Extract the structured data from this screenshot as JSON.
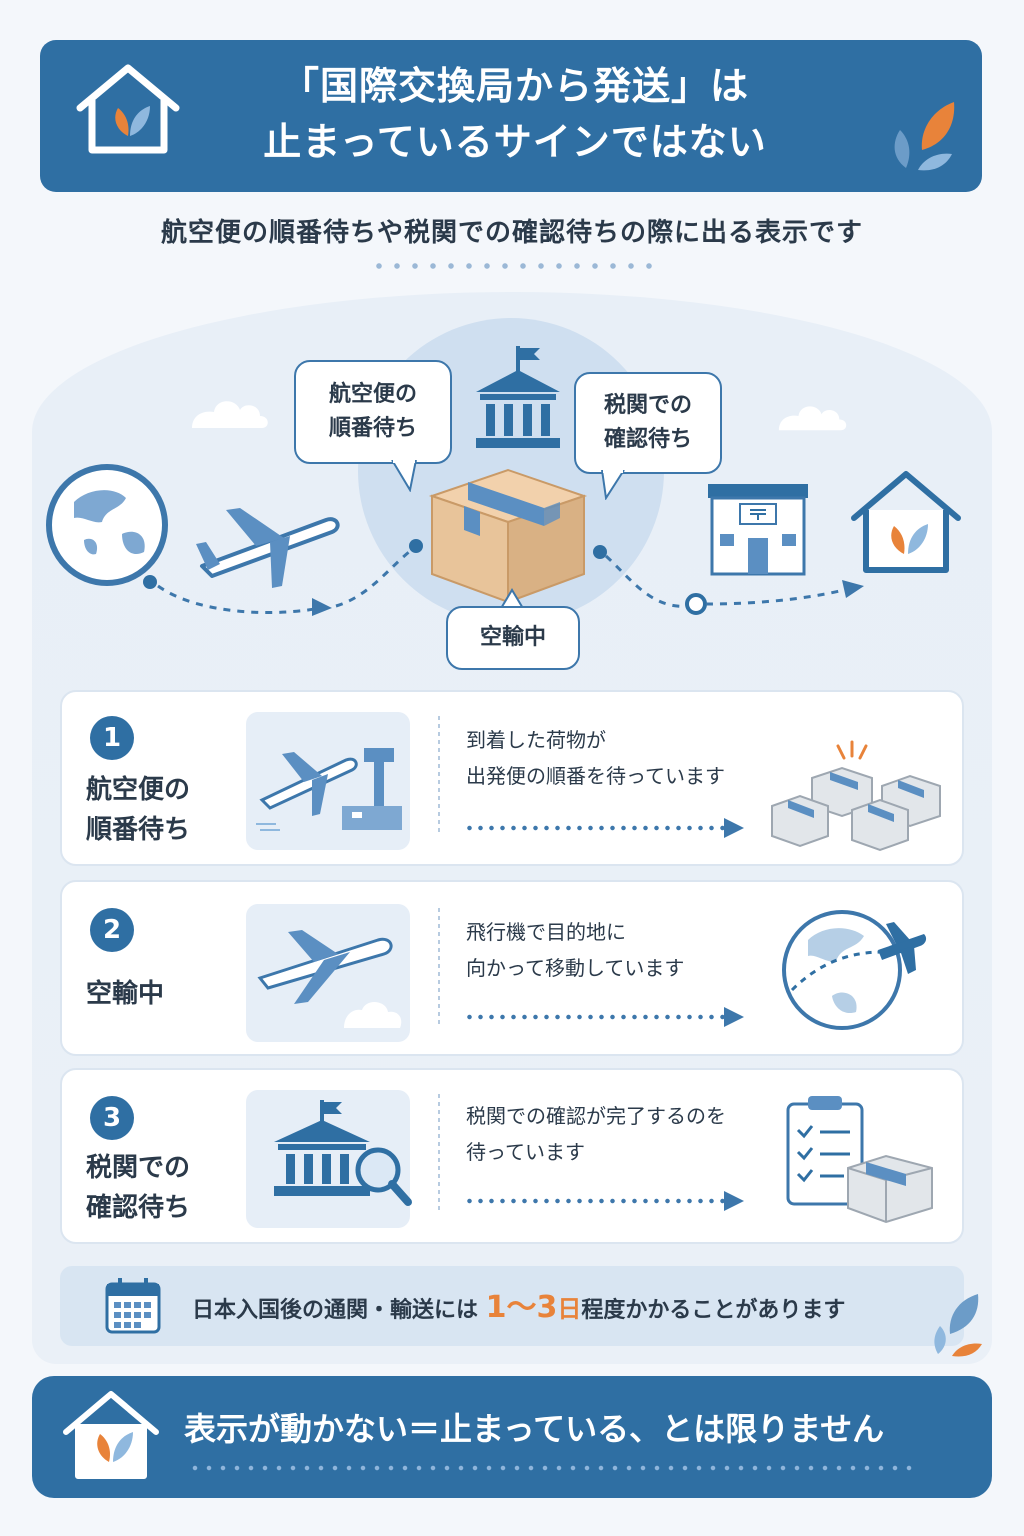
{
  "header": {
    "title_line1": "「国際交換局から発送」は",
    "title_line2": "止まっているサインではない"
  },
  "subtitle": "航空便の順番待ちや税関での確認待ちの際に出る表示です",
  "diagram": {
    "bubble_left_line1": "航空便の",
    "bubble_left_line2": "順番待ち",
    "bubble_right_line1": "税関での",
    "bubble_right_line2": "確認待ち",
    "bubble_bottom": "空輸中",
    "icons": [
      "globe-icon",
      "airplane-icon",
      "customs-building-icon",
      "package-box-icon",
      "post-office-icon",
      "home-icon"
    ]
  },
  "steps": [
    {
      "number": "1",
      "title_line1": "航空便の",
      "title_line2": "順番待ち",
      "desc_line1": "到着した荷物が",
      "desc_line2": "出発便の順番を待っています"
    },
    {
      "number": "2",
      "title_line1": "空輸中",
      "title_line2": "",
      "desc_line1": "飛行機で目的地に",
      "desc_line2": "向かって移動しています"
    },
    {
      "number": "3",
      "title_line1": "税関での",
      "title_line2": "確認待ち",
      "desc_line1": "税関での確認が完了するのを",
      "desc_line2": "待っています"
    }
  ],
  "note": {
    "before": "日本入国後の通関・輸送には ",
    "highlight": "1〜3",
    "unit": "日",
    "after": "程度かかることがあります"
  },
  "footer": {
    "text": "表示が動かない＝止まっている、とは限りません"
  },
  "colors": {
    "primary": "#2f6fa3",
    "accent": "#e8833a",
    "background": "#f4f7fb",
    "box": "#e8c49a"
  }
}
